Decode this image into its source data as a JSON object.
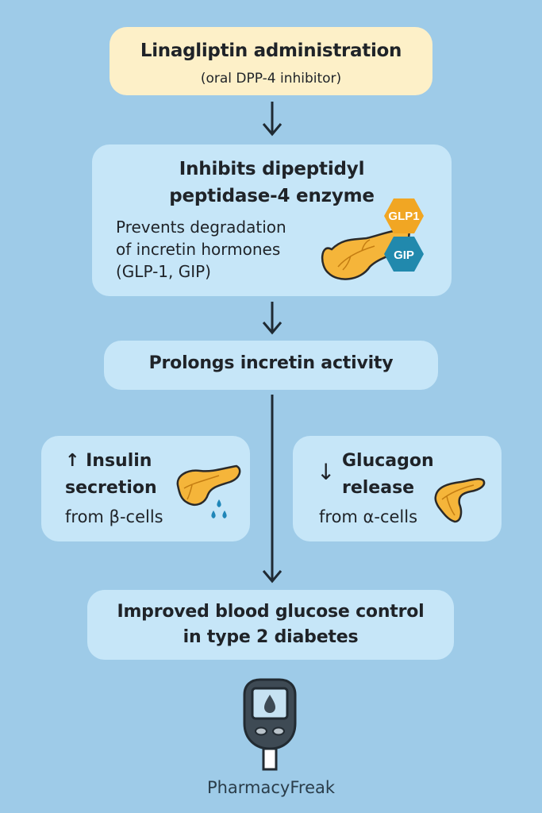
{
  "title_box": {
    "title": "Linagliptin administration",
    "subtitle": "(oral DPP-4 inhibitor)"
  },
  "step1": {
    "title_line1": "Inhibits dipeptidyl",
    "title_line2": "peptidase-4 enzyme",
    "body_line1": "Prevents degradation",
    "body_line2": "of incretin hormones",
    "body_line3": "(GLP-1, GIP)",
    "hormone_badges": [
      "GLP1",
      "GIP"
    ]
  },
  "step2": {
    "title": "Prolongs incretin activity"
  },
  "effects": [
    {
      "direction_icon": "↑",
      "title_line1": "Insulin",
      "title_line2": "secretion",
      "subtitle": "from β-cells"
    },
    {
      "direction_icon": "↓",
      "title_line1": "Glucagon",
      "title_line2": "release",
      "subtitle": "from α-cells"
    }
  ],
  "outcome": {
    "line1": "Improved blood glucose control",
    "line2": "in type 2 diabetes"
  },
  "brand": "PharmacyFreak",
  "colors": {
    "background": "#9ecbe8",
    "start_box": "#fdf0c8",
    "step_box": "#c6e6f8",
    "glp1": "#f1a623",
    "gip": "#2189ad",
    "pancreas": "#f5b53a",
    "droplet": "#1f86b8",
    "arrow": "#1f2a33"
  }
}
